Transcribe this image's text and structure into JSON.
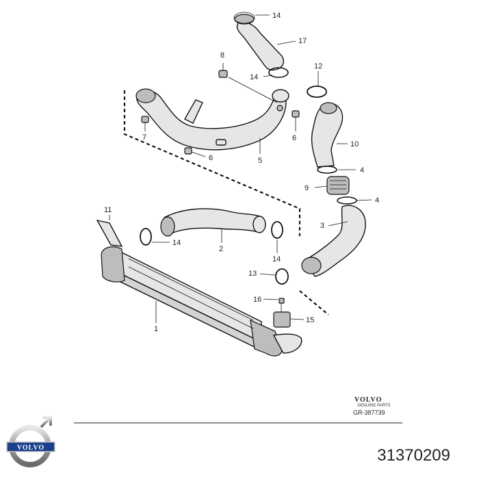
{
  "callouts": [
    "14",
    "17",
    "8",
    "14",
    "12",
    "7",
    "6",
    "6",
    "10",
    "5",
    "4",
    "9",
    "4",
    "11",
    "3",
    "14",
    "2",
    "14",
    "13",
    "16",
    "15",
    "1"
  ],
  "brand": {
    "name": "VOLVO",
    "tagline": "GENUINE PARTS",
    "reference": "GR-387739"
  },
  "logo_text": "VOLVO",
  "part_number": "31370209"
}
